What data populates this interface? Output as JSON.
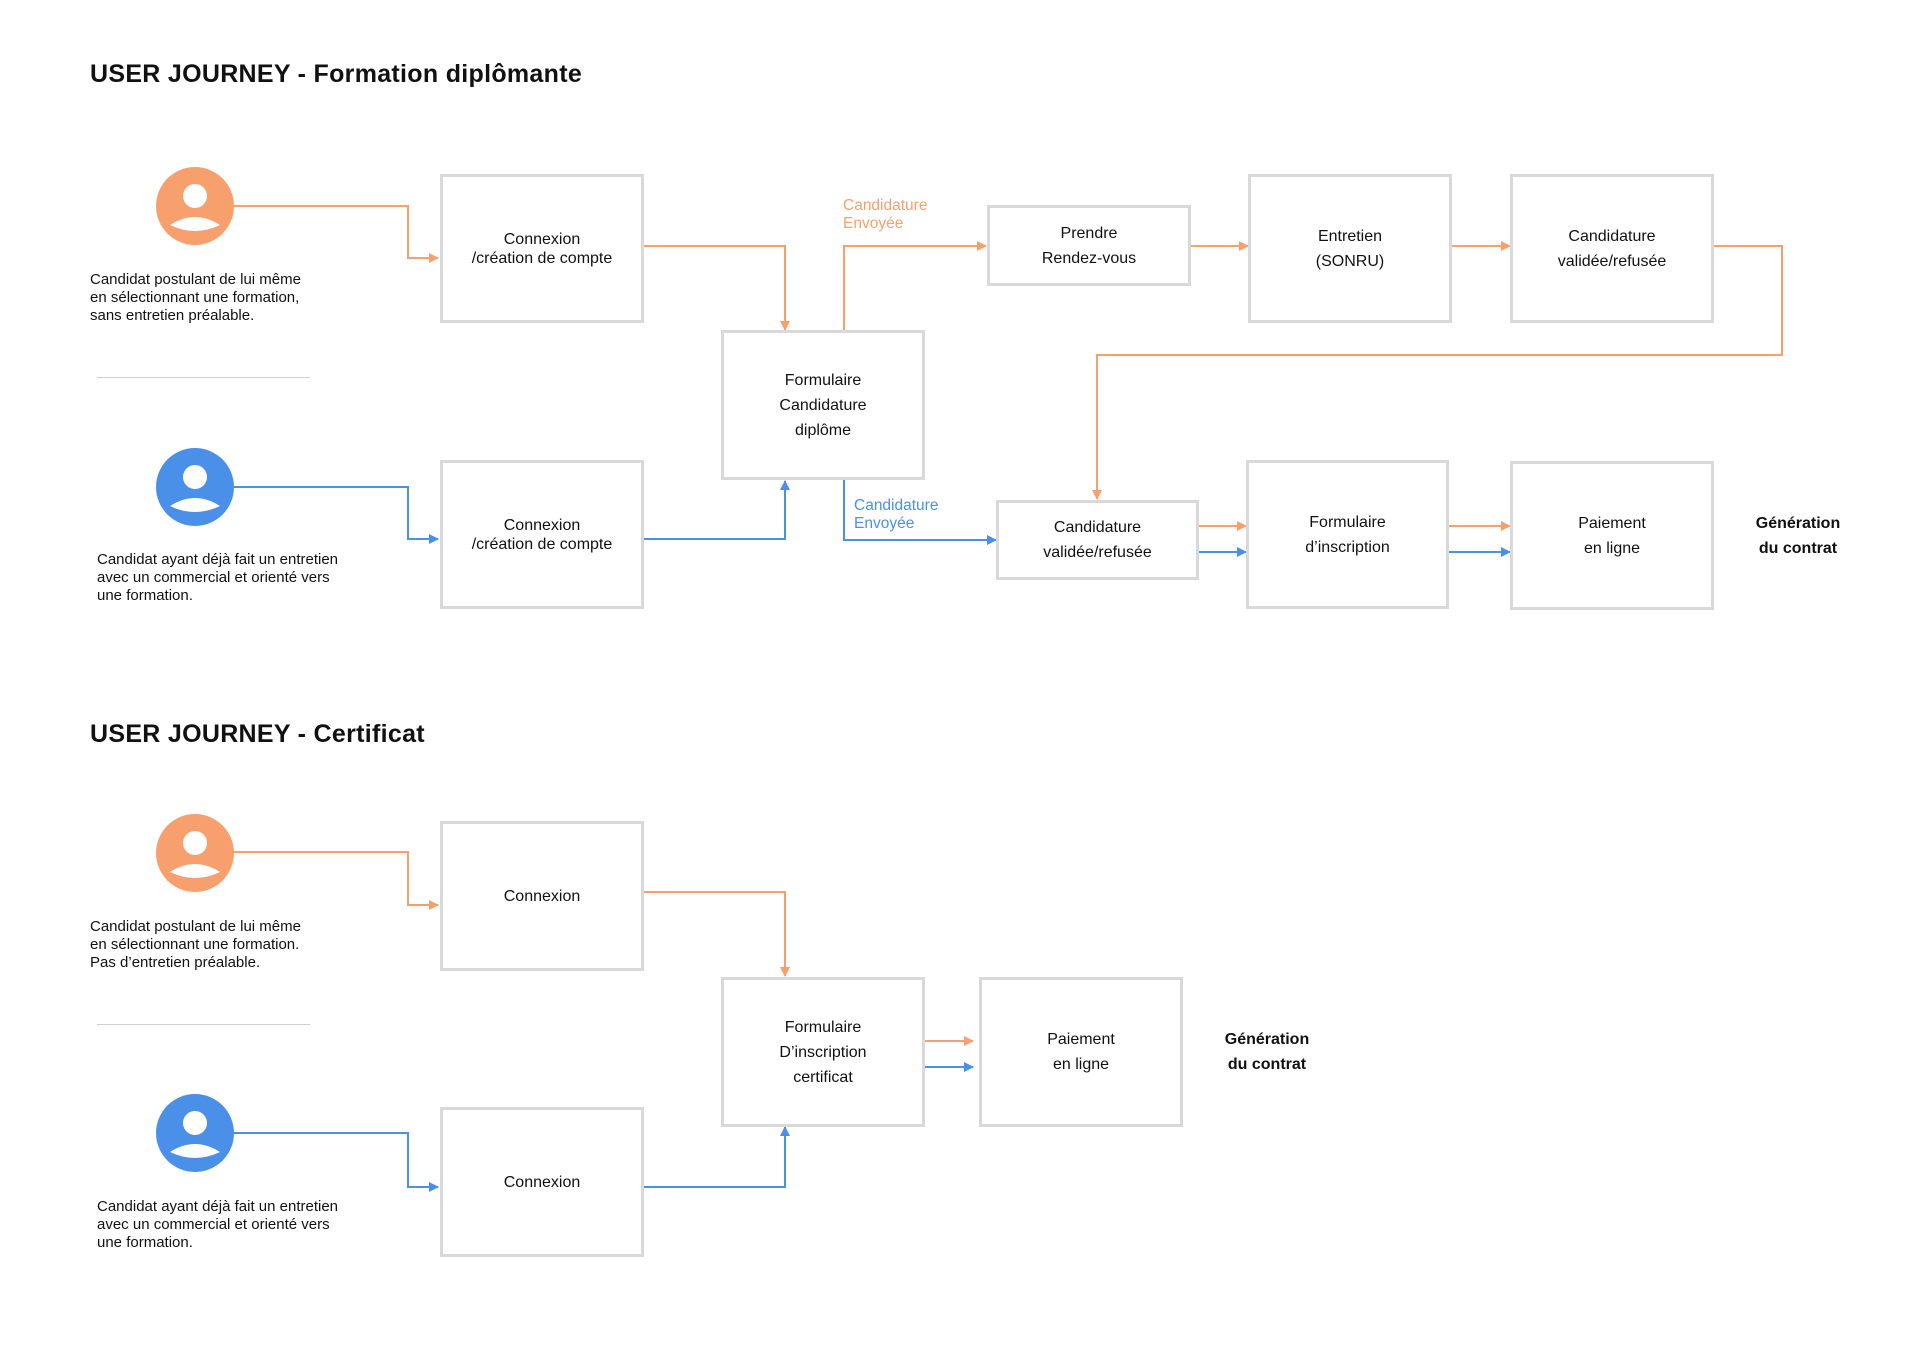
{
  "colors": {
    "orange": "#f7a06e",
    "blue": "#4a90e8",
    "box_border": "#d9d9d9",
    "divider": "#cfcfcf"
  },
  "journey1": {
    "title": "USER JOURNEY - Formation diplômante",
    "actor_orange": {
      "icon": "person-icon",
      "caption": [
        "Candidat postulant de lui même",
        "en sélectionnant une formation,",
        "sans entretien préalable."
      ]
    },
    "actor_blue": {
      "icon": "person-icon",
      "caption": [
        "Candidat ayant déjà fait un entretien",
        "avec un commercial et orienté vers",
        "une formation."
      ]
    },
    "connexion_top": [
      "Connexion",
      "/création de compte"
    ],
    "connexion_bottom": [
      "Connexion",
      "/création de compte"
    ],
    "formulaire": [
      "Formulaire",
      "Candidature",
      "diplôme"
    ],
    "label_orange": [
      "Candidature",
      "Envoyée"
    ],
    "label_blue": [
      "Candidature",
      "Envoyée"
    ],
    "prendre_rdv": [
      "Prendre",
      "Rendez-vous"
    ],
    "entretien": [
      "Entretien",
      "(SONRU)"
    ],
    "candidature_top": [
      "Candidature",
      "validée/refusée"
    ],
    "candidature_bottom": [
      "Candidature",
      "validée/refusée"
    ],
    "formulaire_inscription": [
      "Formulaire",
      "d’inscription"
    ],
    "paiement": [
      "Paiement",
      "en ligne"
    ],
    "generation": [
      "Génération",
      "du contrat"
    ]
  },
  "journey2": {
    "title": "USER JOURNEY - Certificat",
    "actor_orange": {
      "icon": "person-icon",
      "caption": [
        "Candidat postulant de lui même",
        "en sélectionnant une formation.",
        "Pas d’entretien préalable."
      ]
    },
    "actor_blue": {
      "icon": "person-icon",
      "caption": [
        "Candidat ayant déjà fait un entretien",
        "avec un commercial et orienté vers",
        "une formation."
      ]
    },
    "connexion_top": [
      "Connexion"
    ],
    "connexion_bottom": [
      "Connexion"
    ],
    "formulaire": [
      "Formulaire",
      "D’inscription",
      "certificat"
    ],
    "paiement": [
      "Paiement",
      "en ligne"
    ],
    "generation": [
      "Génération",
      "du contrat"
    ]
  }
}
